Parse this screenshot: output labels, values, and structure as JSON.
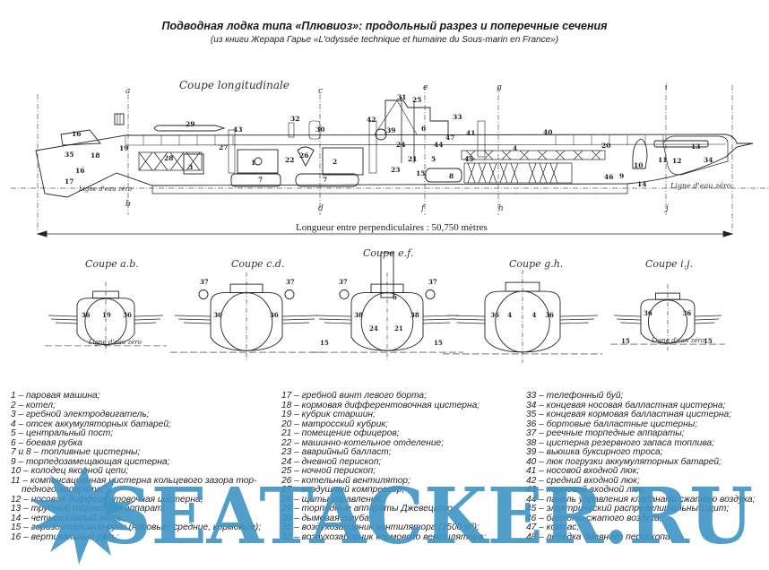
{
  "header": {
    "title": "Подводная лодка типа «Плювиоз»: продольный разрез и поперечные сечения",
    "subtitle": "(из книги Жерара Гарье «L'odyssée technique et humaine du Sous-marin en France»)"
  },
  "longitudinal": {
    "caption": "Coupe longitudinale",
    "length_label": "Longueur entre perpendiculaires : 50,750 mètres",
    "waterline_stern": "Ligne d'eau zéro",
    "waterline_bow": "Ligne d'eau zéro",
    "section_marks": [
      "a",
      "b",
      "c",
      "d",
      "e",
      "f",
      "g",
      "h",
      "i",
      "j"
    ],
    "part_labels": [
      "16",
      "35",
      "18",
      "19",
      "17",
      "16",
      "29",
      "28",
      "3",
      "27",
      "43",
      "1",
      "7",
      "22",
      "26",
      "32",
      "30",
      "2",
      "7",
      "42",
      "39",
      "31",
      "25",
      "6",
      "24",
      "23",
      "21",
      "5",
      "15",
      "44",
      "8",
      "33",
      "47",
      "41",
      "45",
      "4",
      "40",
      "20",
      "46",
      "9",
      "10",
      "14",
      "11",
      "12",
      "13",
      "34"
    ]
  },
  "sections": [
    {
      "caption": "Coupe a.b.",
      "labels": [
        "36",
        "19",
        "36"
      ],
      "waterline": "Ligne d'eau zéro"
    },
    {
      "caption": "Coupe c.d.",
      "labels": [
        "37",
        "37",
        "36",
        "36"
      ],
      "waterline": ""
    },
    {
      "caption": "Coupe e.f.",
      "labels": [
        "37",
        "37",
        "38",
        "38",
        "24",
        "21",
        "6",
        "15",
        "15"
      ],
      "waterline": ""
    },
    {
      "caption": "Coupe g.h.",
      "labels": [
        "36",
        "4",
        "4",
        "36"
      ],
      "waterline": ""
    },
    {
      "caption": "Coupe i.j.",
      "labels": [
        "36",
        "36",
        "15",
        "15"
      ],
      "waterline": "Ligne d'eau zéro"
    }
  ],
  "legend": {
    "col1": [
      "1 – паровая машина;",
      "2 – котел;",
      "3 – гребной электродвигатель;",
      "4 – отсек аккумуляторных батарей;",
      "5 – центральный пост;",
      "6 – боевая рубка",
      "7 и 8 – топливные цистерны;",
      "9 – торпедозамещающая цистерна;",
      "10 – колодец якорной цепи;",
      "11 – компенсационная цистерна кольцевого зазора тор-",
      "педного аппарата;",
      "12 – носовая дифферентовочная цистерна;",
      "13 – трубный торпедный аппарат;",
      "14 – четырехлапый якорь;",
      "15 – горизонтальные рули (носовые, средние, кормовые);",
      "16 – вертикальный руль;"
    ],
    "col2": [
      "17 – гребной винт левого борта;",
      "18 – кормовая дифферентовочная цистерна;",
      "19 – кубрик старшин;",
      "20 – матросский кубрик;",
      "21 – помещение офицеров;",
      "22 – машинно-котельное отделение;",
      "23 – аварийный балласт;",
      "24 – дневной перископ;",
      "25 – ночной перископ;",
      "26 – котельный вентилятор;",
      "27 – воздушный компрессор;",
      "28 – щиты управления;",
      "29 – торпедные аппараты Джевецкого;",
      "30 – дымовая труба;",
      "31 – воздухозаборник вентилятора (1500 м³);",
      "32 – воздухозаборник кормового вентилятора;"
    ],
    "col3": [
      "33 – телефонный буй;",
      "34 – концевая носовая балластная цистерна;",
      "35 – концевая кормовая балластная цистерна;",
      "36 – бортовые балластные цистерны;",
      "37 – реечные торпедные аппараты;",
      "38 – цистерна резервного запаса топлива;",
      "39 – вьюшка буксирного троса;",
      "40 – люк погрузки аккумуляторных батарей;",
      "41 – носовой входной люк;",
      "42 – средний входной люк;",
      "43 – кормовой входной люк;",
      "44 – панель управления клапанами сжатого воздуха;",
      "45 – электрический распределительный щит;",
      "46 – баллоны сжатого воздуха;",
      "47 – компас;",
      "48 – лебедка дневного перископа"
    ]
  },
  "watermark": {
    "text": "SEATACKER.RU",
    "color": "#3f94c6"
  }
}
